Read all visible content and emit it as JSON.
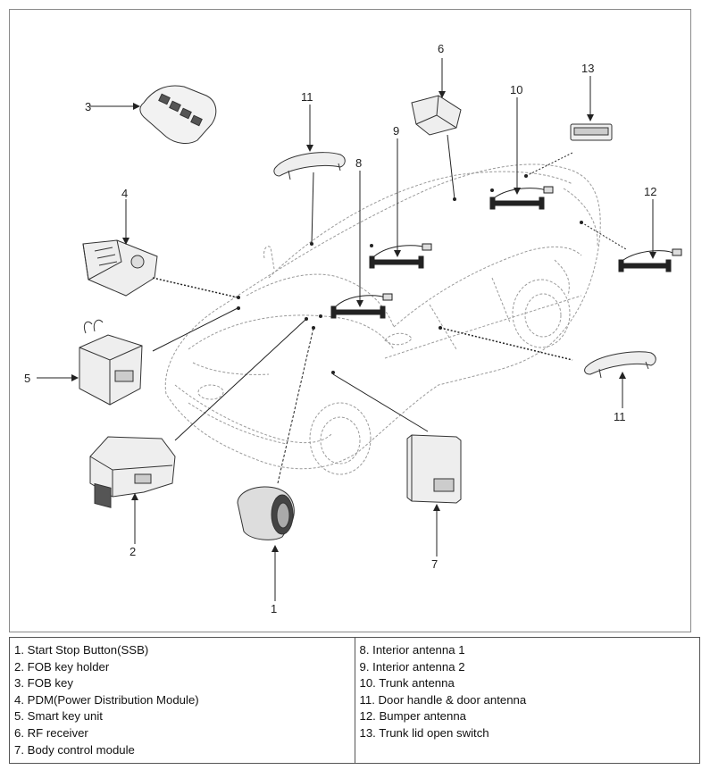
{
  "callouts": {
    "c1": "1",
    "c2": "2",
    "c3": "3",
    "c4": "4",
    "c5": "5",
    "c6": "6",
    "c7": "7",
    "c8": "8",
    "c9": "9",
    "c10": "10",
    "c11a": "11",
    "c11b": "11",
    "c12": "12",
    "c13": "13"
  },
  "legend": {
    "left": [
      "1. Start Stop Button(SSB)",
      "2. FOB key holder",
      "3. FOB key",
      "4. PDM(Power Distribution Module)",
      "5. Smart key unit",
      "6. RF receiver",
      "7. Body control module"
    ],
    "right": [
      "8. Interior antenna 1",
      "9. Interior antenna 2",
      "10. Trunk antenna",
      "11. Door handle & door antenna",
      "12. Bumper antenna",
      "13. Trunk lid open switch"
    ]
  }
}
